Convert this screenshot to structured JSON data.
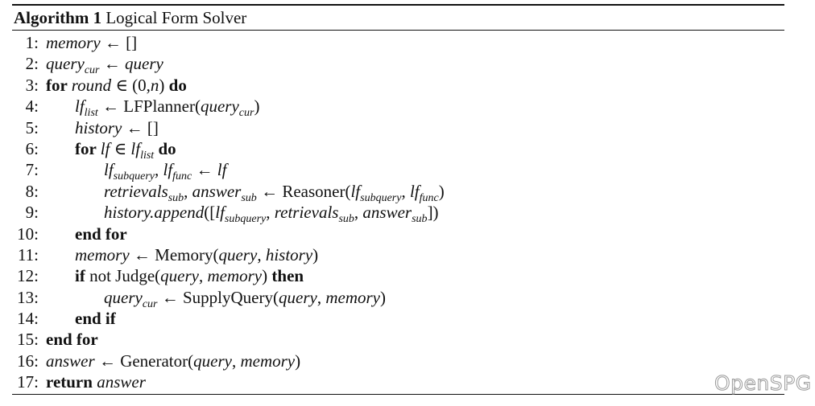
{
  "algorithm": {
    "label": "Algorithm 1",
    "title": "Logical Form Solver",
    "lines": [
      {
        "num": "1:",
        "indent": 0,
        "segs": [
          [
            "i",
            "memory"
          ],
          [
            "t",
            " ← []"
          ]
        ]
      },
      {
        "num": "2:",
        "indent": 0,
        "segs": [
          [
            "i",
            "query"
          ],
          [
            "s",
            "cur"
          ],
          [
            "t",
            " ← "
          ],
          [
            "i",
            "query"
          ]
        ]
      },
      {
        "num": "3:",
        "indent": 0,
        "segs": [
          [
            "b",
            "for "
          ],
          [
            "i",
            "round"
          ],
          [
            "t",
            " ∈ (0,"
          ],
          [
            "i",
            "n"
          ],
          [
            "t",
            ") "
          ],
          [
            "b",
            "do"
          ]
        ]
      },
      {
        "num": "4:",
        "indent": 1,
        "segs": [
          [
            "i",
            "lf"
          ],
          [
            "s",
            "list"
          ],
          [
            "t",
            " ← LFPlanner("
          ],
          [
            "i",
            "query"
          ],
          [
            "s",
            "cur"
          ],
          [
            "t",
            ")"
          ]
        ]
      },
      {
        "num": "5:",
        "indent": 1,
        "segs": [
          [
            "i",
            "history"
          ],
          [
            "t",
            " ← []"
          ]
        ]
      },
      {
        "num": "6:",
        "indent": 1,
        "segs": [
          [
            "b",
            "for "
          ],
          [
            "i",
            "lf"
          ],
          [
            "t",
            " ∈ "
          ],
          [
            "i",
            "lf"
          ],
          [
            "s",
            "list"
          ],
          [
            "t",
            " "
          ],
          [
            "b",
            "do"
          ]
        ]
      },
      {
        "num": "7:",
        "indent": 2,
        "segs": [
          [
            "i",
            "lf"
          ],
          [
            "s",
            "subquery"
          ],
          [
            "t",
            ", "
          ],
          [
            "i",
            "lf"
          ],
          [
            "s",
            "func"
          ],
          [
            "t",
            " ← "
          ],
          [
            "i",
            "lf"
          ]
        ]
      },
      {
        "num": "8:",
        "indent": 2,
        "segs": [
          [
            "i",
            "retrievals"
          ],
          [
            "s",
            "sub"
          ],
          [
            "t",
            ", "
          ],
          [
            "i",
            "answer"
          ],
          [
            "s",
            "sub"
          ],
          [
            "t",
            " ← Reasoner("
          ],
          [
            "i",
            "lf"
          ],
          [
            "s",
            "subquery"
          ],
          [
            "t",
            ", "
          ],
          [
            "i",
            "lf"
          ],
          [
            "s",
            "func"
          ],
          [
            "t",
            ")"
          ]
        ]
      },
      {
        "num": "9:",
        "indent": 2,
        "segs": [
          [
            "i",
            "history.append"
          ],
          [
            "t",
            "(["
          ],
          [
            "i",
            "lf"
          ],
          [
            "s",
            "subquery"
          ],
          [
            "t",
            ", "
          ],
          [
            "i",
            "retrievals"
          ],
          [
            "s",
            "sub"
          ],
          [
            "t",
            ", "
          ],
          [
            "i",
            "answer"
          ],
          [
            "s",
            "sub"
          ],
          [
            "t",
            "])"
          ]
        ]
      },
      {
        "num": "10:",
        "indent": 1,
        "segs": [
          [
            "b",
            "end for"
          ]
        ]
      },
      {
        "num": "11:",
        "indent": 1,
        "segs": [
          [
            "i",
            "memory"
          ],
          [
            "t",
            " ← Memory("
          ],
          [
            "i",
            "query"
          ],
          [
            "t",
            ", "
          ],
          [
            "i",
            "history"
          ],
          [
            "t",
            ")"
          ]
        ]
      },
      {
        "num": "12:",
        "indent": 1,
        "segs": [
          [
            "b",
            "if"
          ],
          [
            "t",
            " not Judge("
          ],
          [
            "i",
            "query"
          ],
          [
            "t",
            ", "
          ],
          [
            "i",
            "memory"
          ],
          [
            "t",
            ") "
          ],
          [
            "b",
            "then"
          ]
        ]
      },
      {
        "num": "13:",
        "indent": 2,
        "segs": [
          [
            "i",
            "query"
          ],
          [
            "s",
            "cur"
          ],
          [
            "t",
            " ← SupplyQuery("
          ],
          [
            "i",
            "query"
          ],
          [
            "t",
            ", "
          ],
          [
            "i",
            "memory"
          ],
          [
            "t",
            ")"
          ]
        ]
      },
      {
        "num": "14:",
        "indent": 1,
        "segs": [
          [
            "b",
            "end if"
          ]
        ]
      },
      {
        "num": "15:",
        "indent": 0,
        "segs": [
          [
            "b",
            "end for"
          ]
        ]
      },
      {
        "num": "16:",
        "indent": 0,
        "segs": [
          [
            "i",
            "answer"
          ],
          [
            "t",
            " ← Generator("
          ],
          [
            "i",
            "query"
          ],
          [
            "t",
            ", "
          ],
          [
            "i",
            "memory"
          ],
          [
            "t",
            ")"
          ]
        ]
      },
      {
        "num": "17:",
        "indent": 0,
        "segs": [
          [
            "b",
            "return "
          ],
          [
            "i",
            "answer"
          ]
        ]
      }
    ]
  },
  "watermark": "OpenSPG"
}
